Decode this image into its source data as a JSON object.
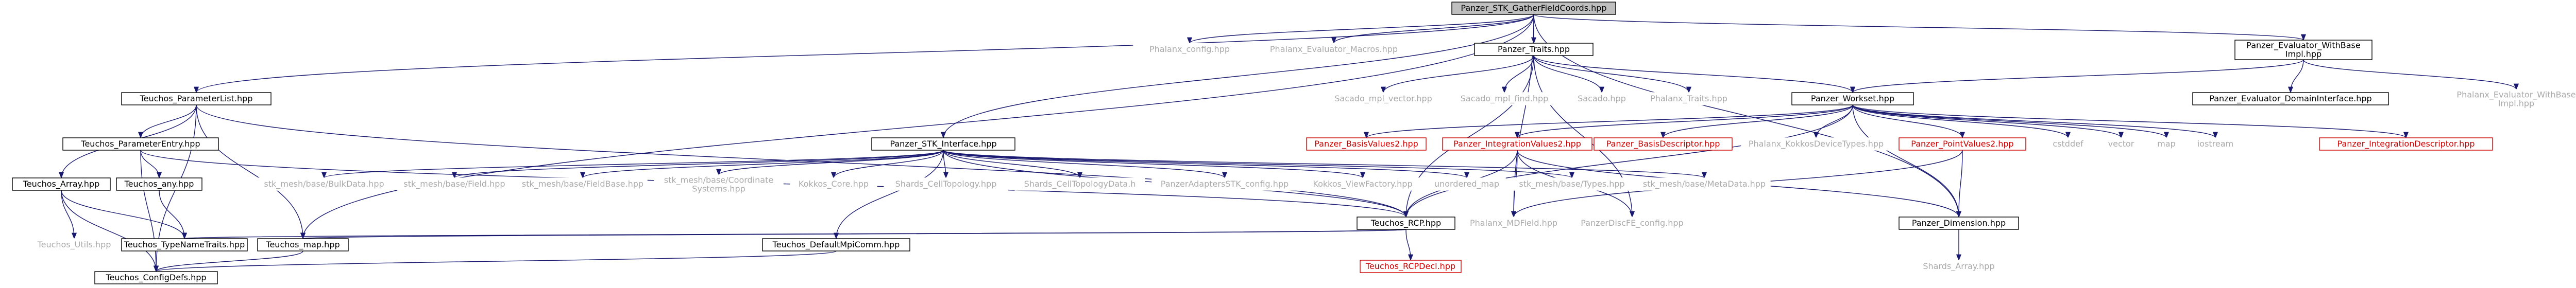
{
  "root": "Panzer_STK_GatherFieldCoords.hpp",
  "nodes": [
    {
      "id": "root",
      "label": "Panzer_STK_GatherFieldCoords.hpp",
      "style": "root"
    },
    {
      "id": "phalanx_config",
      "label": "Phalanx_config.hpp",
      "style": "gray"
    },
    {
      "id": "phalanx_macros",
      "label": "Phalanx_Evaluator_Macros.hpp",
      "style": "gray"
    },
    {
      "id": "panzer_traits",
      "label": "Panzer_Traits.hpp",
      "style": "black"
    },
    {
      "id": "eval_wbase_impl",
      "label": "Panzer_Evaluator_WithBase\nImpl.hpp",
      "style": "black"
    },
    {
      "id": "param_list",
      "label": "Teuchos_ParameterList.hpp",
      "style": "black"
    },
    {
      "id": "sacado_mpl_vector",
      "label": "Sacado_mpl_vector.hpp",
      "style": "gray"
    },
    {
      "id": "sacado_mpl_find",
      "label": "Sacado_mpl_find.hpp",
      "style": "gray"
    },
    {
      "id": "sacado",
      "label": "Sacado.hpp",
      "style": "gray"
    },
    {
      "id": "phalanx_traits",
      "label": "Phalanx_Traits.hpp",
      "style": "gray"
    },
    {
      "id": "workset",
      "label": "Panzer_Workset.hpp",
      "style": "black"
    },
    {
      "id": "domain_interface",
      "label": "Panzer_Evaluator_DomainInterface.hpp",
      "style": "black"
    },
    {
      "id": "phalanx_eval_wbase_impl",
      "label": "Phalanx_Evaluator_WithBase\nImpl.hpp",
      "style": "gray"
    },
    {
      "id": "stk_interface",
      "label": "Panzer_STK_Interface.hpp",
      "style": "black"
    },
    {
      "id": "param_entry",
      "label": "Teuchos_ParameterEntry.hpp",
      "style": "black"
    },
    {
      "id": "basis_values2",
      "label": "Panzer_BasisValues2.hpp",
      "style": "red"
    },
    {
      "id": "integration_values2",
      "label": "Panzer_IntegrationValues2.hpp",
      "style": "red"
    },
    {
      "id": "basis_descriptor",
      "label": "Panzer_BasisDescriptor.hpp",
      "style": "red"
    },
    {
      "id": "kokkos_device_types",
      "label": "Phalanx_KokkosDeviceTypes.hpp",
      "style": "gray"
    },
    {
      "id": "point_values2",
      "label": "Panzer_PointValues2.hpp",
      "style": "red"
    },
    {
      "id": "cstddef",
      "label": "cstddef",
      "style": "gray"
    },
    {
      "id": "vector",
      "label": "vector",
      "style": "gray"
    },
    {
      "id": "map",
      "label": "map",
      "style": "gray"
    },
    {
      "id": "iostream",
      "label": "iostream",
      "style": "gray"
    },
    {
      "id": "integration_descriptor",
      "label": "Panzer_IntegrationDescriptor.hpp",
      "style": "red"
    },
    {
      "id": "teuchos_array",
      "label": "Teuchos_Array.hpp",
      "style": "black"
    },
    {
      "id": "teuchos_any",
      "label": "Teuchos_any.hpp",
      "style": "black"
    },
    {
      "id": "bulk_data",
      "label": "stk_mesh/base/BulkData.hpp",
      "style": "gray"
    },
    {
      "id": "field",
      "label": "stk_mesh/base/Field.hpp",
      "style": "gray"
    },
    {
      "id": "field_base",
      "label": "stk_mesh/base/FieldBase.hpp",
      "style": "gray"
    },
    {
      "id": "coord_systems",
      "label": "stk_mesh/base/Coordinate\nSystems.hpp",
      "style": "gray"
    },
    {
      "id": "kokkos_core",
      "label": "Kokkos_Core.hpp",
      "style": "gray"
    },
    {
      "id": "shards_celltopo",
      "label": "Shards_CellTopology.hpp",
      "style": "gray"
    },
    {
      "id": "shards_celltopodata",
      "label": "Shards_CellTopologyData.h",
      "style": "gray"
    },
    {
      "id": "panzer_adapters",
      "label": "PanzerAdaptersSTK_config.hpp",
      "style": "gray"
    },
    {
      "id": "kokkos_viewfactory",
      "label": "Kokkos_ViewFactory.hpp",
      "style": "gray"
    },
    {
      "id": "unordered_map",
      "label": "unordered_map",
      "style": "gray"
    },
    {
      "id": "types",
      "label": "stk_mesh/base/Types.hpp",
      "style": "gray"
    },
    {
      "id": "meta_data",
      "label": "stk_mesh/base/MetaData.hpp",
      "style": "gray"
    },
    {
      "id": "teuchos_rcp",
      "label": "Teuchos_RCP.hpp",
      "style": "black"
    },
    {
      "id": "phalanx_mdfield",
      "label": "Phalanx_MDField.hpp",
      "style": "gray"
    },
    {
      "id": "panzer_discfe",
      "label": "PanzerDiscFE_config.hpp",
      "style": "gray"
    },
    {
      "id": "panzer_dimension",
      "label": "Panzer_Dimension.hpp",
      "style": "black"
    },
    {
      "id": "teuchos_utils",
      "label": "Teuchos_Utils.hpp",
      "style": "gray"
    },
    {
      "id": "teuchos_typename",
      "label": "Teuchos_TypeNameTraits.hpp",
      "style": "black"
    },
    {
      "id": "teuchos_map",
      "label": "Teuchos_map.hpp",
      "style": "black"
    },
    {
      "id": "default_mpicomm",
      "label": "Teuchos_DefaultMpiComm.hpp",
      "style": "black"
    },
    {
      "id": "teuchos_rcpdecl",
      "label": "Teuchos_RCPDecl.hpp",
      "style": "red"
    },
    {
      "id": "shards_array",
      "label": "Shards_Array.hpp",
      "style": "gray"
    },
    {
      "id": "teuchos_configdefs",
      "label": "Teuchos_ConfigDefs.hpp",
      "style": "black"
    }
  ],
  "edges": [
    [
      "root",
      "phalanx_config"
    ],
    [
      "root",
      "phalanx_macros"
    ],
    [
      "root",
      "panzer_traits"
    ],
    [
      "root",
      "eval_wbase_impl"
    ],
    [
      "root",
      "param_list"
    ],
    [
      "root",
      "stk_interface"
    ],
    [
      "root",
      "phalanx_mdfield"
    ],
    [
      "root",
      "teuchos_map"
    ],
    [
      "root",
      "panzer_dimension"
    ],
    [
      "panzer_traits",
      "sacado_mpl_vector"
    ],
    [
      "panzer_traits",
      "sacado_mpl_find"
    ],
    [
      "panzer_traits",
      "sacado"
    ],
    [
      "panzer_traits",
      "phalanx_traits"
    ],
    [
      "panzer_traits",
      "workset"
    ],
    [
      "panzer_traits",
      "teuchos_rcp"
    ],
    [
      "panzer_traits",
      "panzer_discfe"
    ],
    [
      "eval_wbase_impl",
      "workset"
    ],
    [
      "eval_wbase_impl",
      "domain_interface"
    ],
    [
      "eval_wbase_impl",
      "phalanx_eval_wbase_impl"
    ],
    [
      "param_list",
      "param_entry"
    ],
    [
      "param_list",
      "teuchos_array"
    ],
    [
      "param_list",
      "teuchos_rcp"
    ],
    [
      "param_list",
      "teuchos_map"
    ],
    [
      "param_list",
      "teuchos_configdefs"
    ],
    [
      "workset",
      "basis_values2"
    ],
    [
      "workset",
      "integration_values2"
    ],
    [
      "workset",
      "basis_descriptor"
    ],
    [
      "workset",
      "kokkos_device_types"
    ],
    [
      "workset",
      "point_values2"
    ],
    [
      "workset",
      "cstddef"
    ],
    [
      "workset",
      "vector"
    ],
    [
      "workset",
      "map"
    ],
    [
      "workset",
      "iostream"
    ],
    [
      "workset",
      "integration_descriptor"
    ],
    [
      "workset",
      "teuchos_rcp"
    ],
    [
      "workset",
      "panzer_dimension"
    ],
    [
      "stk_interface",
      "bulk_data"
    ],
    [
      "stk_interface",
      "field"
    ],
    [
      "stk_interface",
      "field_base"
    ],
    [
      "stk_interface",
      "coord_systems"
    ],
    [
      "stk_interface",
      "kokkos_core"
    ],
    [
      "stk_interface",
      "shards_celltopo"
    ],
    [
      "stk_interface",
      "shards_celltopodata"
    ],
    [
      "stk_interface",
      "panzer_adapters"
    ],
    [
      "stk_interface",
      "kokkos_viewfactory"
    ],
    [
      "stk_interface",
      "unordered_map"
    ],
    [
      "stk_interface",
      "types"
    ],
    [
      "stk_interface",
      "meta_data"
    ],
    [
      "stk_interface",
      "teuchos_rcp"
    ],
    [
      "stk_interface",
      "default_mpicomm"
    ],
    [
      "param_entry",
      "teuchos_any"
    ],
    [
      "param_entry",
      "teuchos_rcp"
    ],
    [
      "param_entry",
      "teuchos_configdefs"
    ],
    [
      "integration_values2",
      "teuchos_rcp"
    ],
    [
      "integration_values2",
      "phalanx_mdfield"
    ],
    [
      "integration_values2",
      "panzer_discfe"
    ],
    [
      "integration_values2",
      "panzer_dimension"
    ],
    [
      "point_values2",
      "phalanx_mdfield"
    ],
    [
      "point_values2",
      "panzer_dimension"
    ],
    [
      "teuchos_array",
      "teuchos_utils"
    ],
    [
      "teuchos_array",
      "teuchos_typename"
    ],
    [
      "teuchos_array",
      "teuchos_configdefs"
    ],
    [
      "teuchos_any",
      "teuchos_typename"
    ],
    [
      "teuchos_rcp",
      "teuchos_typename"
    ],
    [
      "teuchos_rcp",
      "teuchos_map"
    ],
    [
      "teuchos_rcp",
      "teuchos_rcpdecl"
    ],
    [
      "teuchos_map",
      "teuchos_configdefs"
    ],
    [
      "default_mpicomm",
      "teuchos_configdefs"
    ],
    [
      "panzer_dimension",
      "shards_array"
    ]
  ]
}
